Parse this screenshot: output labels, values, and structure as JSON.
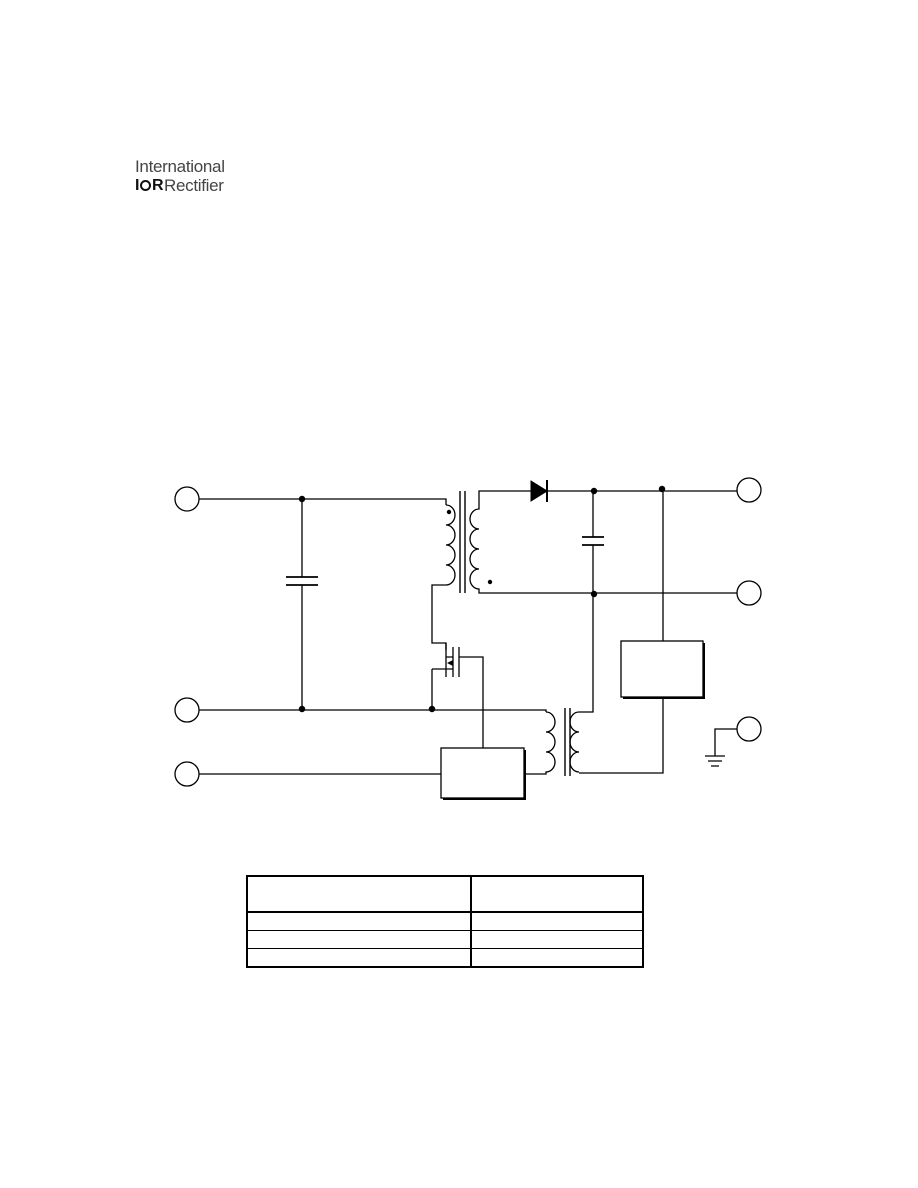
{
  "logo": {
    "line1": "International",
    "mark_left": "I",
    "mark_right": "R",
    "line2_word": "Rectifier"
  },
  "schematic": {
    "terminals": [
      "",
      "",
      "",
      "",
      "",
      "",
      ""
    ],
    "blocks": [
      "",
      ""
    ]
  },
  "table": {
    "headers": [
      "",
      ""
    ],
    "rows": [
      [
        "",
        ""
      ],
      [
        "",
        ""
      ],
      [
        "",
        ""
      ]
    ]
  }
}
